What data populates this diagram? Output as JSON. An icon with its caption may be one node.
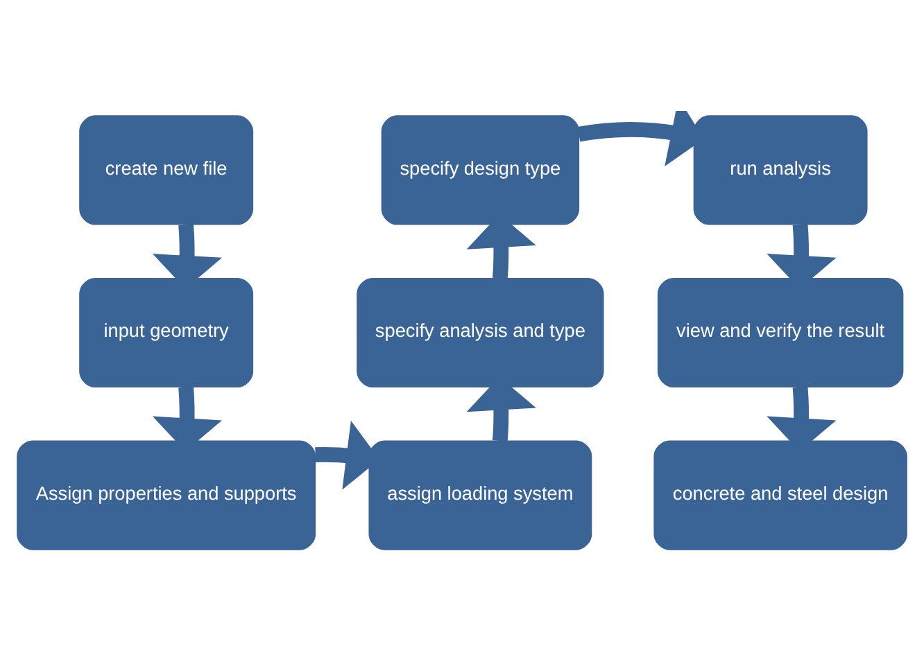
{
  "diagram": {
    "nodes": [
      {
        "text": [
          "create new file"
        ]
      },
      {
        "text": [
          "input geometry"
        ]
      },
      {
        "text": [
          "Assign properties and supports"
        ]
      },
      {
        "text": [
          "assign loading system"
        ]
      },
      {
        "text": [
          "specify analysis and type"
        ]
      },
      {
        "text": [
          "specify design type"
        ]
      },
      {
        "text": [
          "run analysis"
        ]
      },
      {
        "text": [
          "view and verify the result"
        ]
      },
      {
        "text": [
          "concrete and steel design"
        ]
      }
    ],
    "edges": [
      {
        "from": 0,
        "to": 1,
        "arrow": "to"
      },
      {
        "from": 1,
        "to": 2,
        "arrow": "to"
      },
      {
        "from": 2,
        "to": 3,
        "arrow": "to"
      },
      {
        "from": 3,
        "to": 4,
        "arrow": "to"
      },
      {
        "from": 4,
        "to": 5,
        "arrow": "to"
      },
      {
        "from": 5,
        "to": 6,
        "arrow": "to"
      },
      {
        "from": 6,
        "to": 7,
        "arrow": "to"
      },
      {
        "from": 7,
        "to": 8,
        "arrow": "to"
      }
    ]
  }
}
